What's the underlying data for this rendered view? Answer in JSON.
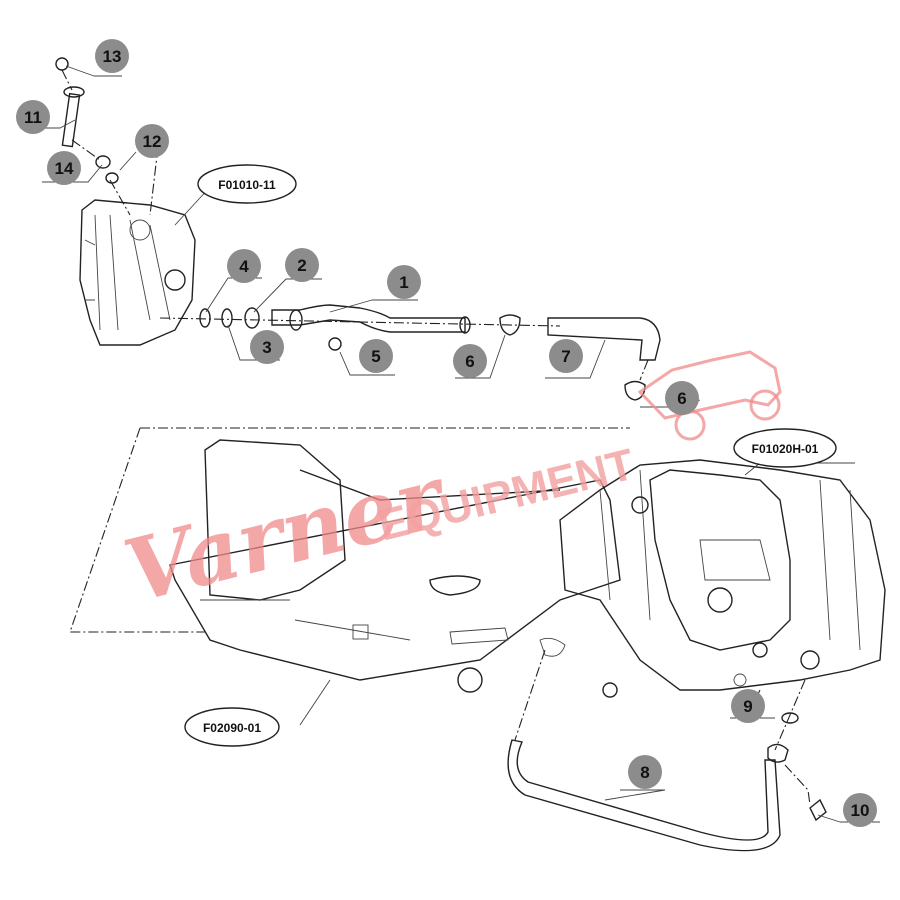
{
  "callouts": {
    "c1": "1",
    "c2": "2",
    "c3": "3",
    "c4": "4",
    "c5": "5",
    "c6a": "6",
    "c6b": "6",
    "c7": "7",
    "c8": "8",
    "c9": "9",
    "c10": "10",
    "c11": "11",
    "c12": "12",
    "c13": "13",
    "c14": "14"
  },
  "references": {
    "top": "F01010-11",
    "right": "F01020H-01",
    "bottom": "F02090-01"
  },
  "watermark": {
    "script": "Varner",
    "block": "EQUIPMENT"
  },
  "colors": {
    "callout_fill": "#8c8c8c",
    "line": "#222222",
    "watermark": "#f08a8a"
  }
}
